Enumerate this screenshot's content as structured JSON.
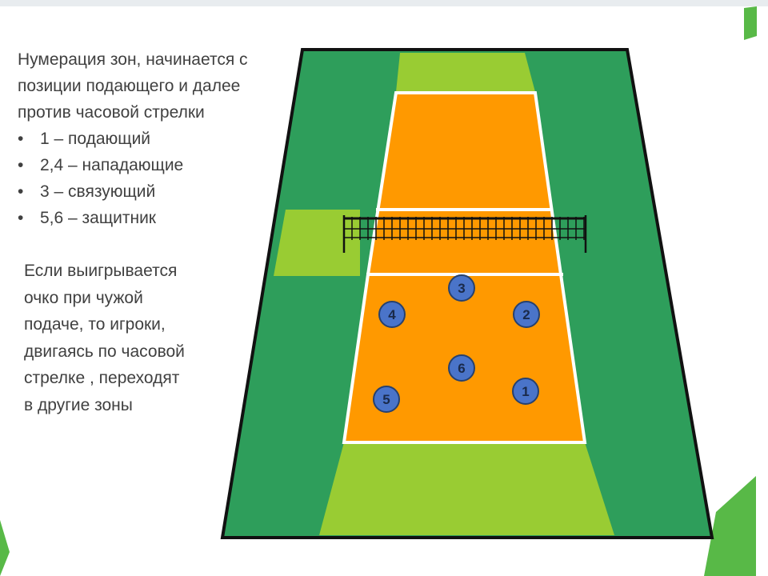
{
  "colors": {
    "court_outer": "#2e9e5b",
    "court_border": "#111111",
    "light_zone": "#99cc33",
    "orange_zone": "#ff9900",
    "court_lines": "#ffffff",
    "player_fill": "#4a74c9",
    "player_stroke": "#26416f",
    "text": "#404040",
    "slide_accent": "#58b947"
  },
  "intro": {
    "lines": [
      "Нумерация зон, начинается с",
      "позиции подающего и далее",
      "против  часовой стрелки"
    ]
  },
  "roles": [
    {
      "bullet": "•",
      "text": "1 – подающий"
    },
    {
      "bullet": "•",
      "text": "2,4 – нападающие"
    },
    {
      "bullet": "•",
      "text": "3 – связующий"
    },
    {
      "bullet": "•",
      "text": "5,6 – защитник"
    }
  ],
  "rotation_note": {
    "lines": [
      "Если выигрывается",
      "очко при чужой",
      "подаче, то игроки,",
      "двигаясь по часовой",
      "стрелке , переходят",
      "в другие зоны"
    ]
  },
  "players": [
    {
      "number": "3"
    },
    {
      "number": "4"
    },
    {
      "number": "2"
    },
    {
      "number": "6"
    },
    {
      "number": "5"
    },
    {
      "number": "1"
    }
  ]
}
